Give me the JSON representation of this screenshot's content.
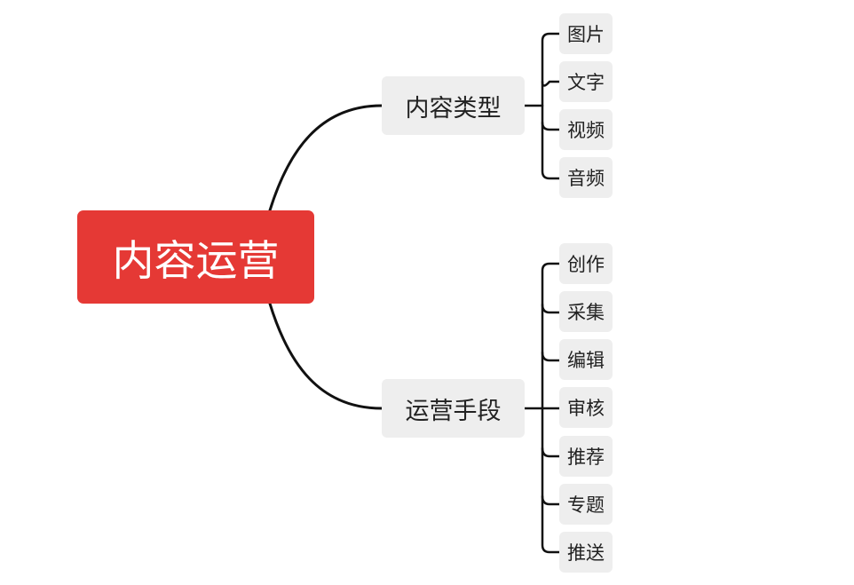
{
  "root": {
    "label": "内容运营",
    "color": "#e53935"
  },
  "connector_color": "#111111",
  "node_fill": "#eeeeee",
  "branches": [
    {
      "label": "内容类型",
      "children": [
        "图片",
        "文字",
        "视频",
        "音频"
      ]
    },
    {
      "label": "运营手段",
      "children": [
        "创作",
        "采集",
        "编辑",
        "审核",
        "推荐",
        "专题",
        "推送"
      ]
    }
  ]
}
